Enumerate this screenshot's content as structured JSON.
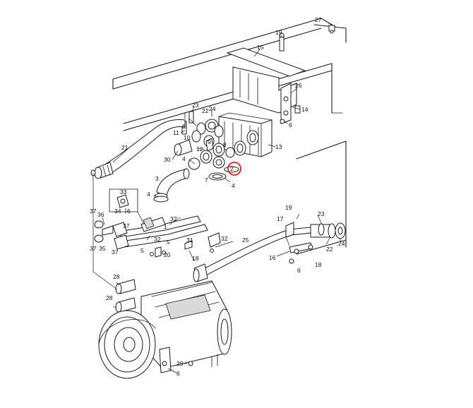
{
  "diagram": {
    "highlight_color": "#d9232a",
    "line_color": "#1a1a1a",
    "highlighted_callout": "2",
    "callouts": [
      "27",
      "19",
      "15",
      "26",
      "14",
      "6",
      "13",
      "23",
      "22",
      "24",
      "11",
      "10",
      "9",
      "12",
      "8",
      "30",
      "4",
      "2",
      "3",
      "7",
      "21",
      "33",
      "34",
      "36",
      "37",
      "1",
      "32",
      "31",
      "5",
      "20",
      "35",
      "18",
      "25",
      "17",
      "16",
      "28",
      "29"
    ]
  }
}
